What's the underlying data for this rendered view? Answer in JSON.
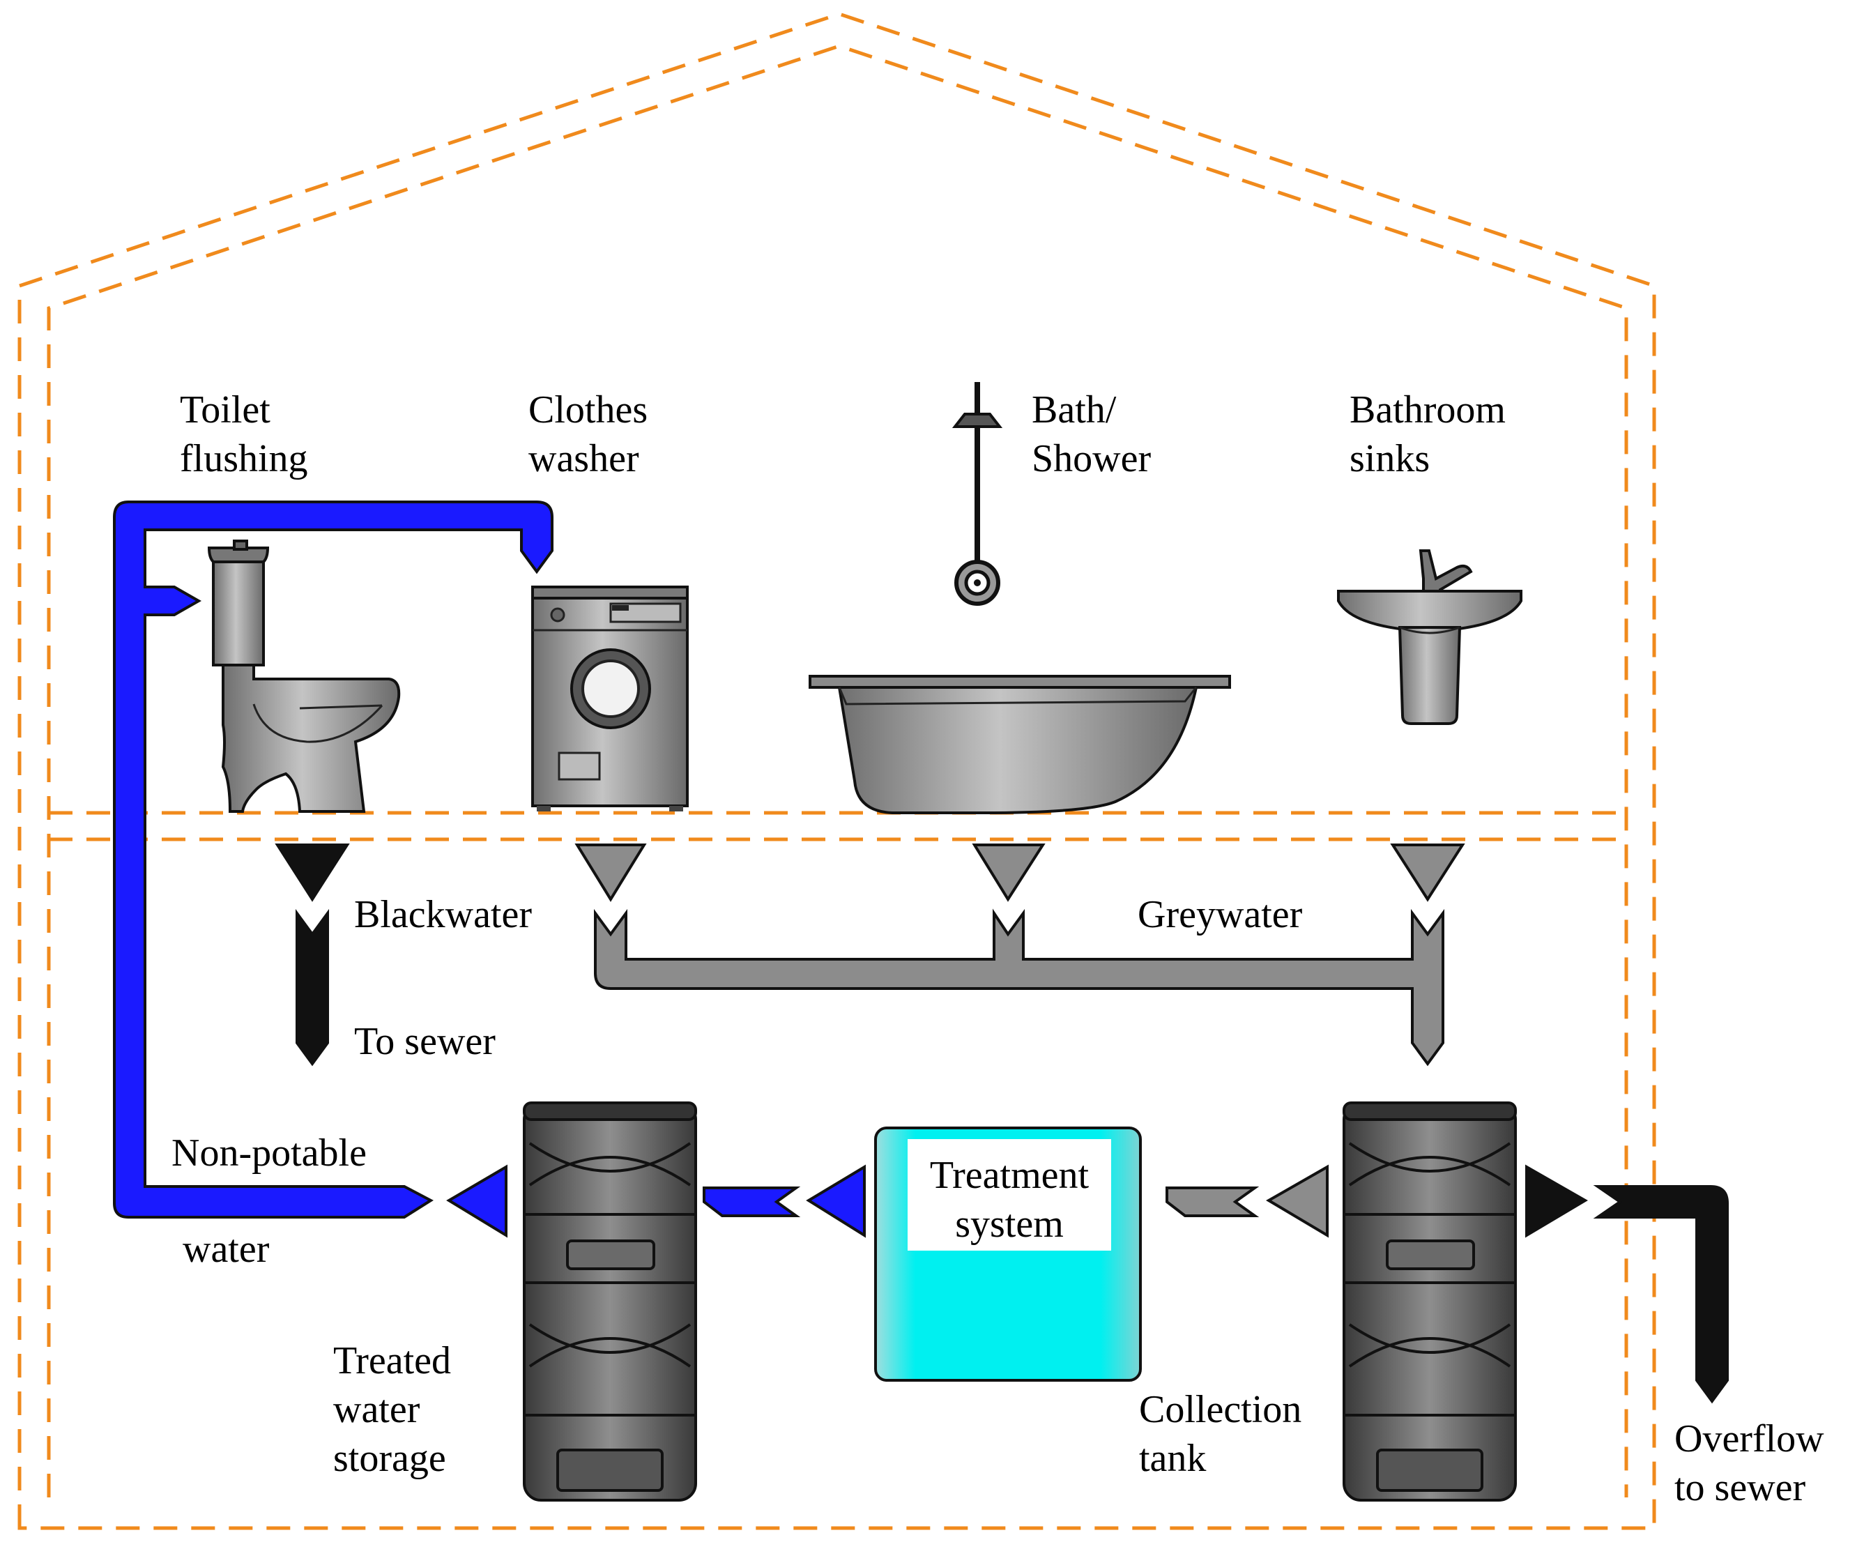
{
  "labels": {
    "toilet": [
      "Toilet",
      "flushing"
    ],
    "washer": [
      "Clothes",
      "washer"
    ],
    "bath": [
      "Bath/",
      "Shower"
    ],
    "sinks": [
      "Bathroom",
      "sinks"
    ],
    "blackwater": "Blackwater",
    "greywater": "Greywater",
    "to_sewer": "To sewer",
    "non_potable": [
      "Non-potable",
      "water"
    ],
    "treatment": [
      "Treatment",
      "system"
    ],
    "treated_storage": [
      "Treated",
      "water",
      "storage"
    ],
    "collection_tank": [
      "Collection",
      "tank"
    ],
    "overflow": [
      "Overflow",
      "to sewer"
    ]
  },
  "colors": {
    "house_outline": "#f08a1c",
    "non_potable_pipe": "#1a1aff",
    "greywater_pipe": "#8c8c8c",
    "blackwater_pipe": "#111111",
    "treatment_fill": "#00f0f0",
    "appliance_fill": "#8a8a8a"
  }
}
